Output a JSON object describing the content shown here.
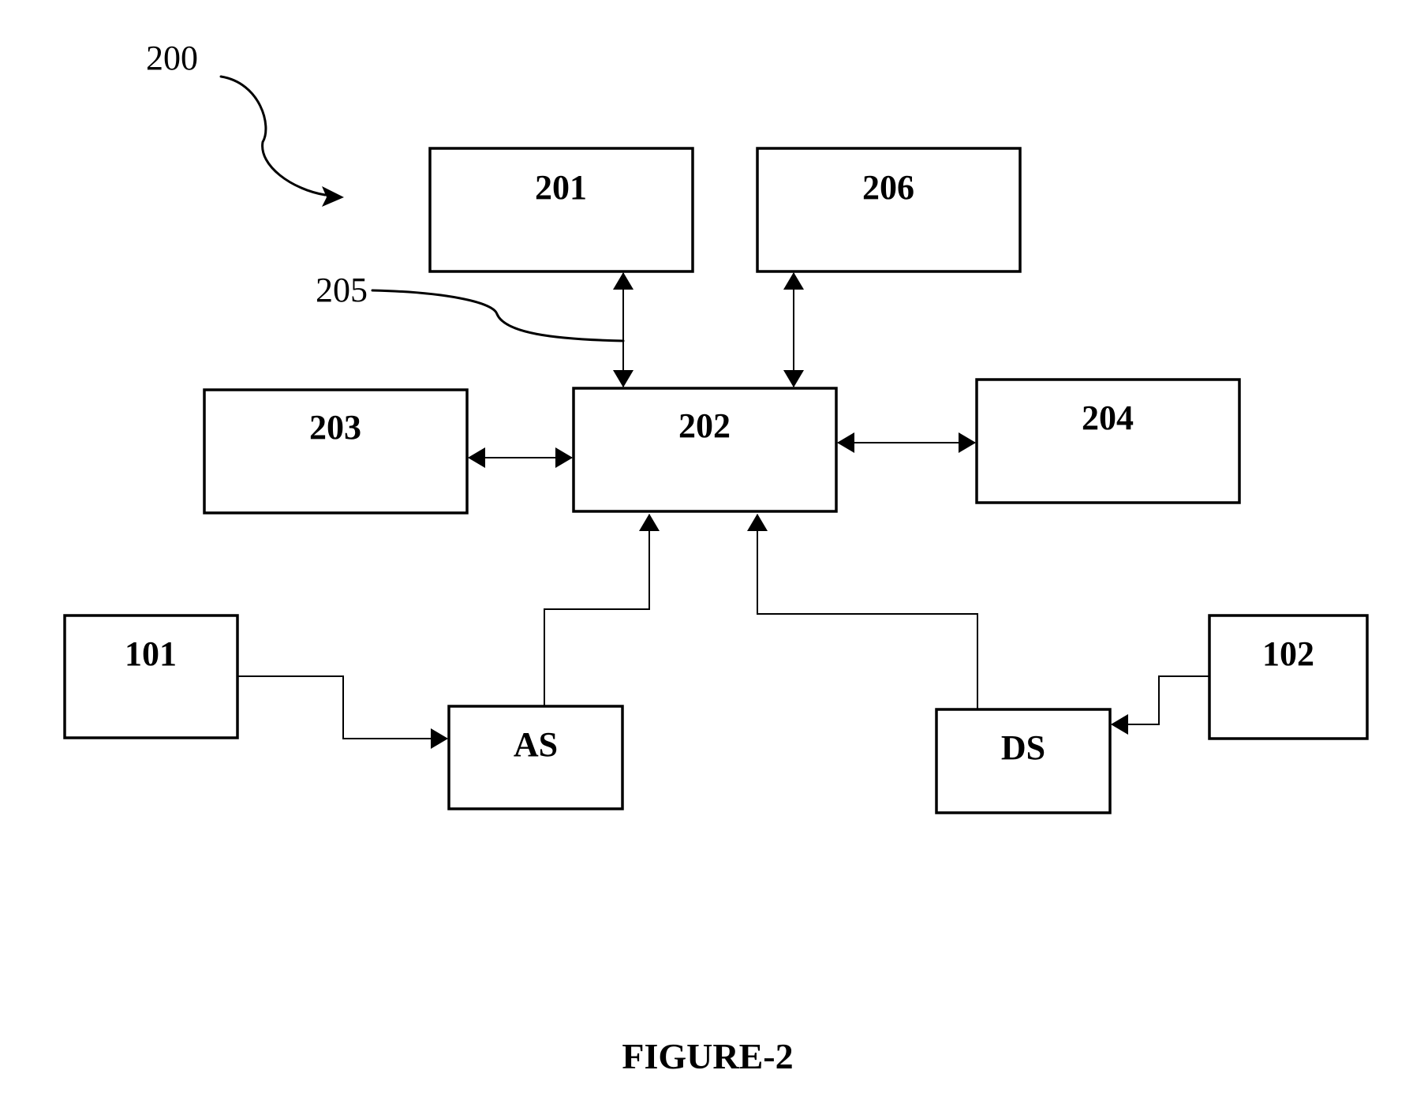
{
  "figure": {
    "caption": "FIGURE-2",
    "reference_label": "200",
    "bus_label": "205"
  },
  "blocks": {
    "b201": "201",
    "b206": "206",
    "b203": "203",
    "b202": "202",
    "b204": "204",
    "b101": "101",
    "bAS": "AS",
    "bDS": "DS",
    "b102": "102"
  },
  "connections": [
    {
      "from": "201",
      "to": "202",
      "direction": "bidirectional"
    },
    {
      "from": "206",
      "to": "202",
      "direction": "bidirectional"
    },
    {
      "from": "203",
      "to": "202",
      "direction": "bidirectional"
    },
    {
      "from": "202",
      "to": "204",
      "direction": "bidirectional"
    },
    {
      "from": "101",
      "to": "AS",
      "direction": "forward"
    },
    {
      "from": "AS",
      "to": "202",
      "direction": "forward"
    },
    {
      "from": "DS",
      "to": "202",
      "direction": "forward"
    },
    {
      "from": "102",
      "to": "DS",
      "direction": "forward"
    }
  ]
}
